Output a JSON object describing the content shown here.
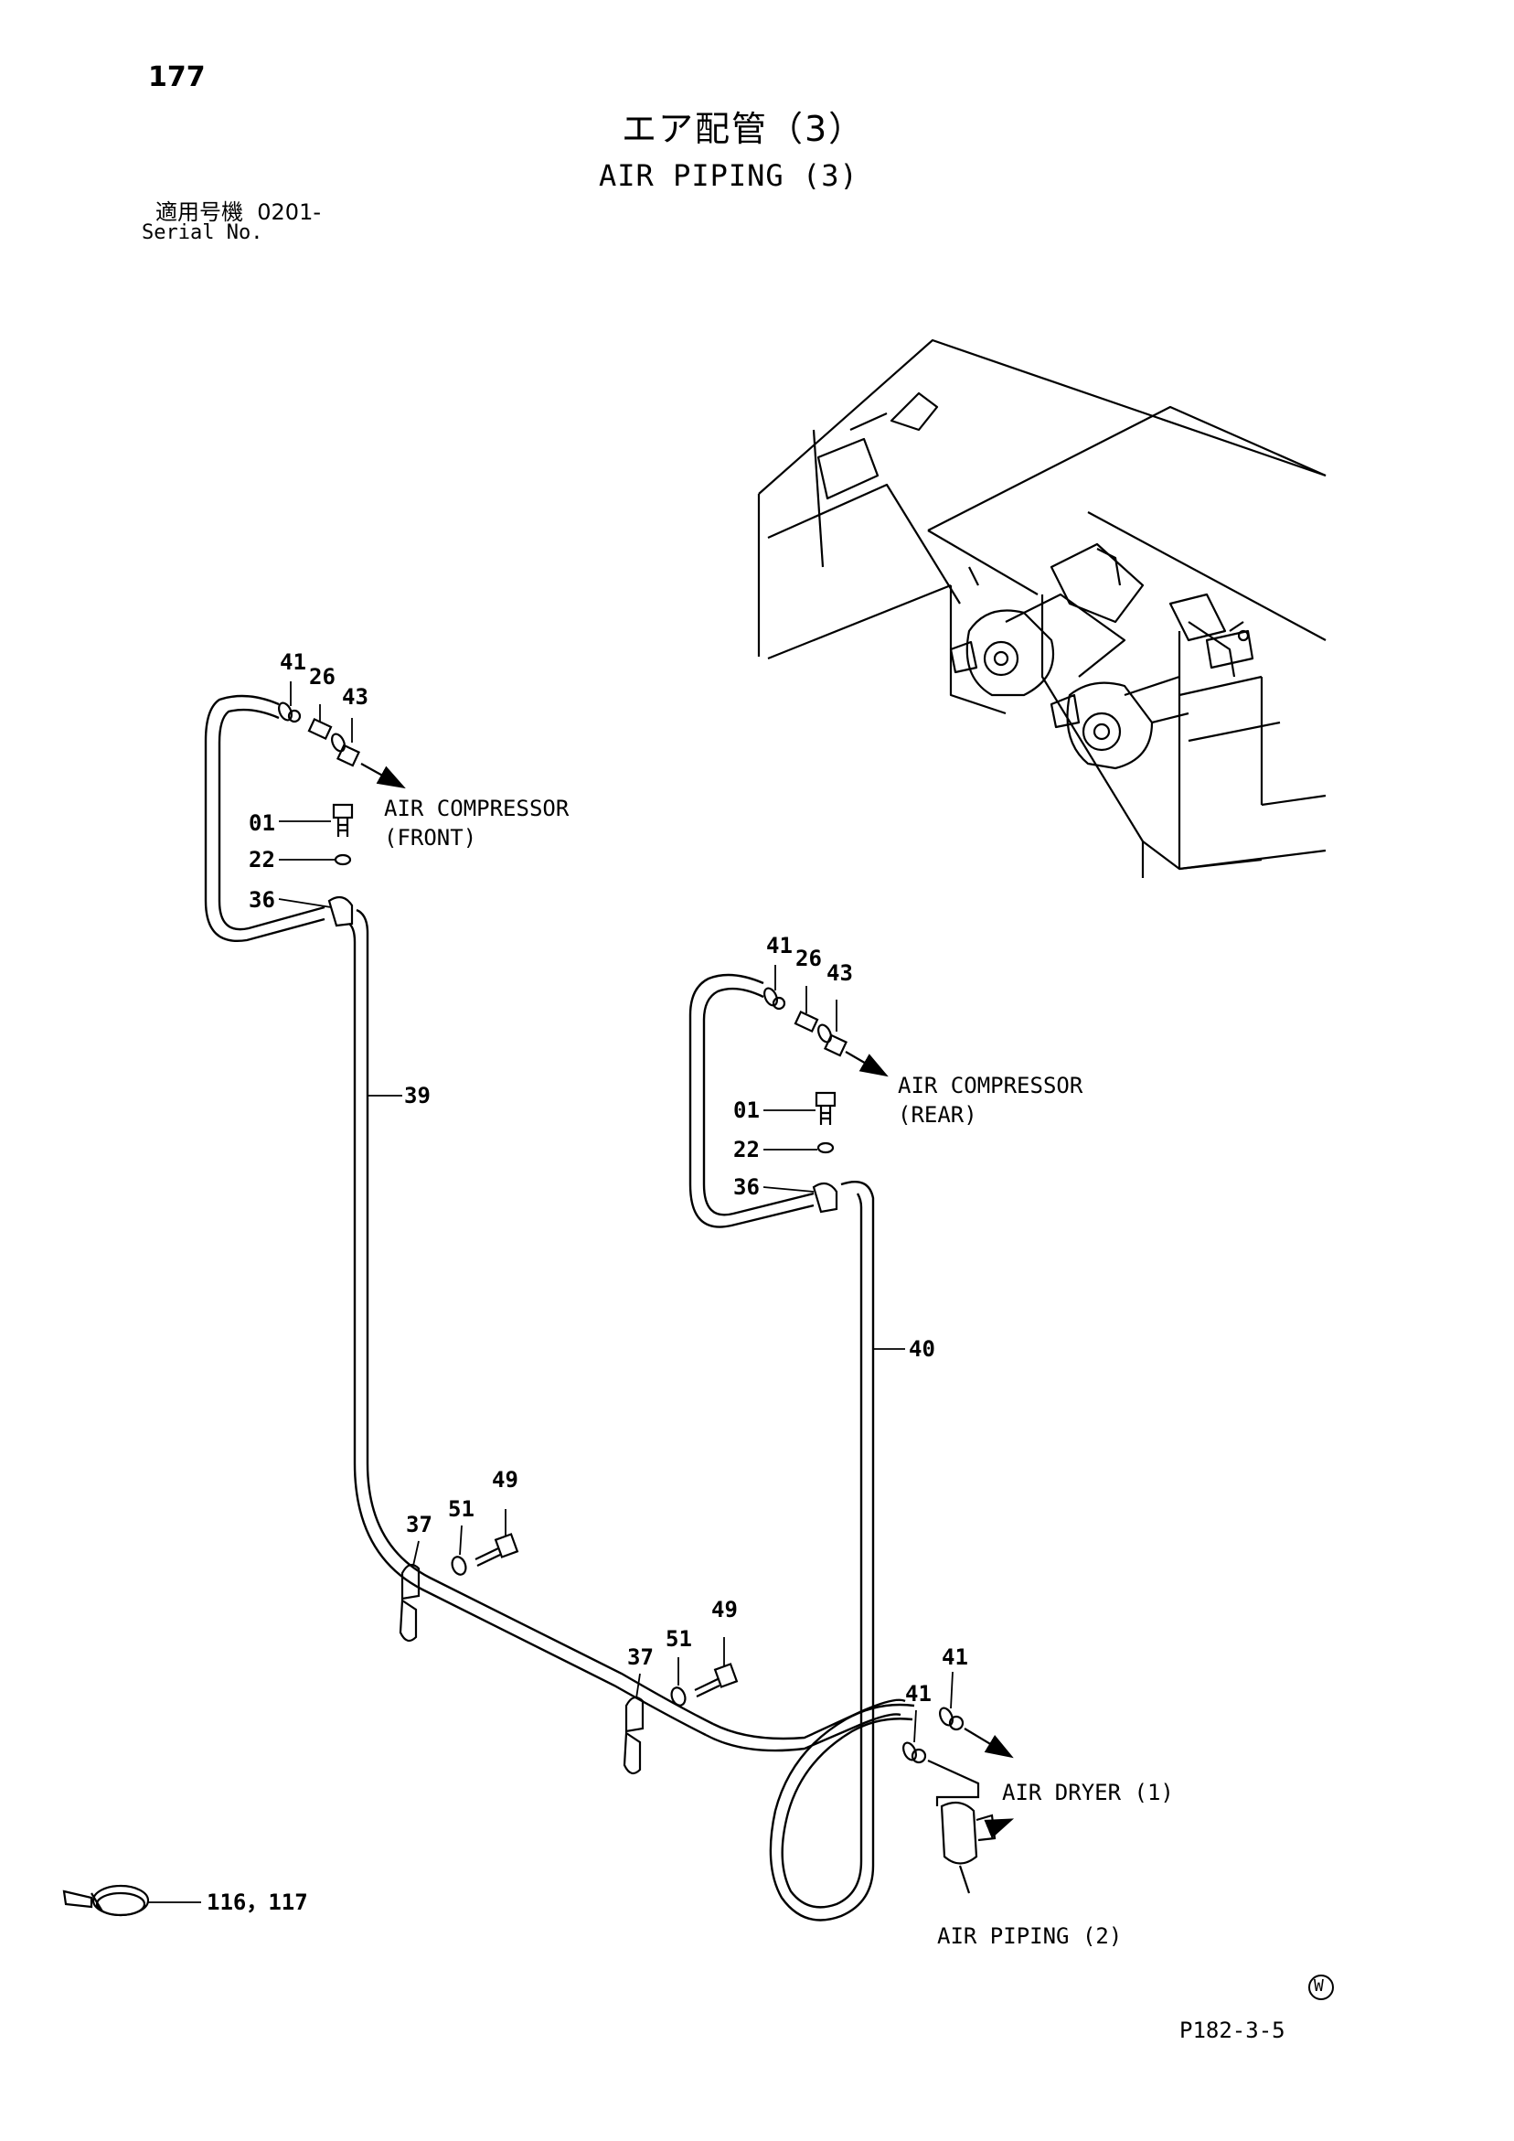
{
  "page_number": "177",
  "title_jp": "エア配管（3）",
  "title_en": "AIR PIPING (3)",
  "serial": {
    "label_jp": "適用号機",
    "value": "0201-",
    "label_en": "Serial No."
  },
  "callouts": {
    "front_41": "41",
    "front_26": "26",
    "front_43": "43",
    "front_01": "01",
    "front_22": "22",
    "front_36": "36",
    "pipe_39": "39",
    "rear_41": "41",
    "rear_26": "26",
    "rear_43": "43",
    "rear_01": "01",
    "rear_22": "22",
    "rear_36": "36",
    "pipe_40": "40",
    "clamp1_37": "37",
    "clamp1_51": "51",
    "clamp1_49": "49",
    "clamp2_37": "37",
    "clamp2_51": "51",
    "clamp2_49": "49",
    "dryer_41a": "41",
    "dryer_41b": "41",
    "band": "116，117"
  },
  "destinations": {
    "front_line1": "AIR COMPRESSOR",
    "front_line2": "(FRONT)",
    "rear_line1": "AIR COMPRESSOR",
    "rear_line2": "(REAR)",
    "dryer": "AIR DRYER (1)",
    "piping2": "AIR PIPING (2)"
  },
  "mark": "W",
  "drawing_code": "P182-3-5"
}
